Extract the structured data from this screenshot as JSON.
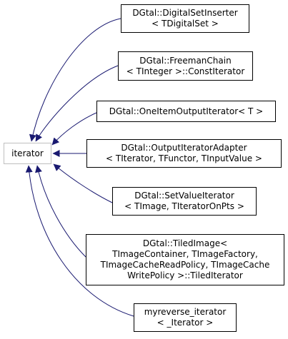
{
  "base_class": {
    "label": "iterator"
  },
  "derived_classes": [
    {
      "lines": [
        "DGtal::DigitalSetInserter",
        "< TDigitalSet >"
      ]
    },
    {
      "lines": [
        "DGtal::FreemanChain",
        "< TInteger >::ConstIterator"
      ]
    },
    {
      "lines": [
        "DGtal::OneItemOutputIterator< T >"
      ]
    },
    {
      "lines": [
        "DGtal::OutputIteratorAdapter",
        "< TIterator, TFunctor, TInputValue >"
      ]
    },
    {
      "lines": [
        "DGtal::SetValueIterator",
        "< TImage, TIteratorOnPts >"
      ]
    },
    {
      "lines": [
        "DGtal::TiledImage<",
        "TImageContainer, TImageFactory,",
        "TImageCacheReadPolicy, TImageCache",
        "WritePolicy >::TiledIterator"
      ]
    },
    {
      "lines": [
        "myreverse_iterator",
        "< _Iterator >"
      ]
    }
  ],
  "colors": {
    "edge": "#191970",
    "box_border": "#000000",
    "base_border": "#bfbfbf",
    "background": "#ffffff"
  }
}
